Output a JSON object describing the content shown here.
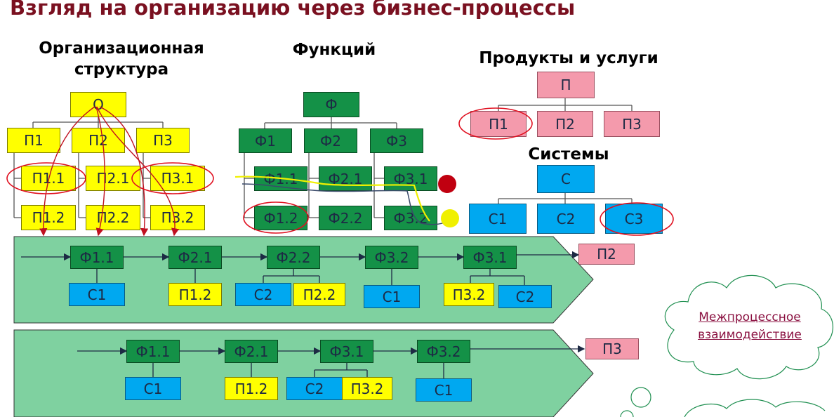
{
  "title": "Взгляд на организацию через бизнес-процессы",
  "headers": {
    "org_line1": "Организационная",
    "org_line2": "структура",
    "func": "Функций",
    "products": "Продукты и услуги",
    "systems": "Системы"
  },
  "org": {
    "root": "О",
    "level1": [
      "П1",
      "П2",
      "П3"
    ],
    "level2a": [
      "П1.1",
      "П2.1",
      "П3.1"
    ],
    "level2b": [
      "П1.2",
      "П2.2",
      "П3.2"
    ]
  },
  "func": {
    "root": "Ф",
    "level1": [
      "Ф1",
      "Ф2",
      "Ф3"
    ],
    "level2a": [
      "Ф1.1",
      "Ф2.1",
      "Ф3.1"
    ],
    "level2b": [
      "Ф1.2",
      "Ф2.2",
      "Ф3.2"
    ]
  },
  "products": {
    "root": "П",
    "children": [
      "П1",
      "П2",
      "П3"
    ]
  },
  "systems": {
    "root": "С",
    "children": [
      "С1",
      "С2",
      "С3"
    ]
  },
  "process1": {
    "steps": [
      "Ф1.1",
      "Ф2.1",
      "Ф2.2",
      "Ф3.2",
      "Ф3.1"
    ],
    "resources": [
      "С1",
      "П1.2",
      "С2",
      "П2.2",
      "С1",
      "П3.2",
      "С2"
    ],
    "output": "П2"
  },
  "process2": {
    "steps": [
      "Ф1.1",
      "Ф2.1",
      "Ф3.1",
      "Ф3.2"
    ],
    "resources": [
      "С1",
      "П1.2",
      "С2",
      "П3.2",
      "С1"
    ],
    "output": "П3"
  },
  "cloud": {
    "line1": "Межпроцессное",
    "line2": "взаимодействие"
  },
  "colors": {
    "org": "#ffff00",
    "func": "#149147",
    "product": "#f49aac",
    "system": "#00a8f0",
    "process": "#7fd1a0",
    "title": "#7a1020",
    "highlight": "#e01020"
  }
}
